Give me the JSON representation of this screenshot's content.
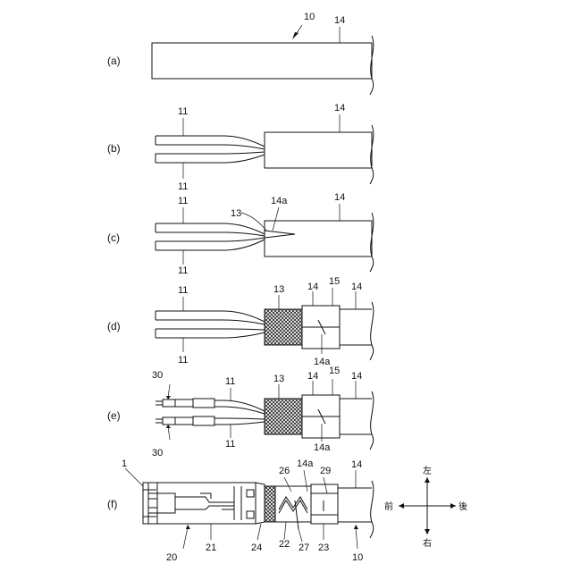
{
  "panels": {
    "a": {
      "label": "(a)",
      "refs": [
        "10",
        "14"
      ]
    },
    "b": {
      "label": "(b)",
      "refs": [
        "11",
        "11",
        "14"
      ]
    },
    "c": {
      "label": "(c)",
      "refs": [
        "11",
        "11",
        "13",
        "14a",
        "14"
      ]
    },
    "d": {
      "label": "(d)",
      "refs": [
        "11",
        "11",
        "13",
        "14",
        "15",
        "14",
        "14a"
      ]
    },
    "e": {
      "label": "(e)",
      "refs": [
        "30",
        "30",
        "11",
        "11",
        "13",
        "14",
        "15",
        "14",
        "14a"
      ]
    },
    "f": {
      "label": "(f)",
      "refs": [
        "1",
        "26",
        "14a",
        "29",
        "14",
        "20",
        "21",
        "24",
        "22",
        "27",
        "23",
        "10"
      ]
    }
  },
  "compass": {
    "left": "左",
    "right": "右",
    "front": "前",
    "back": "後"
  }
}
